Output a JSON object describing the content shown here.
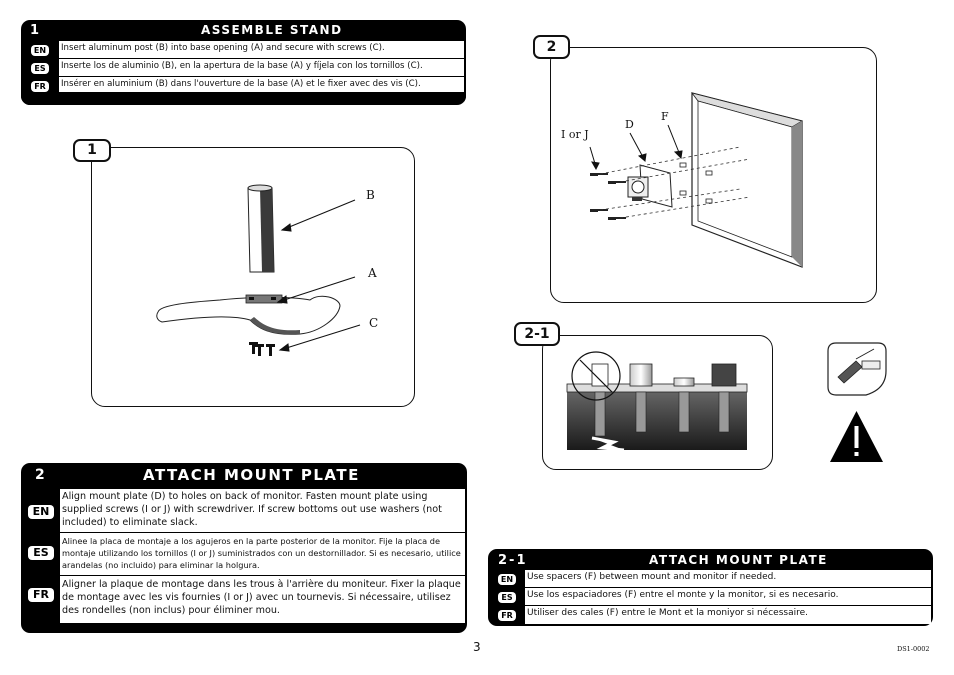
{
  "step1": {
    "number": "1",
    "title": "ASSEMBLE STAND",
    "rows": [
      {
        "lang": "EN",
        "text": "Insert aluminum post (B) into base opening (A) and secure with screws (C)."
      },
      {
        "lang": "ES",
        "text": "Inserte los de aluminio (B), en la apertura de la base (A) y fíjela con los tornillos (C)."
      },
      {
        "lang": "FR",
        "text": "Insérer en aluminium (B) dans l'ouverture de la base (A) et le fixer avec des vis (C)."
      }
    ]
  },
  "figure1": {
    "label": "1",
    "callouts": {
      "b": "B",
      "a": "A",
      "c": "C"
    }
  },
  "figure2": {
    "label": "2",
    "callouts": {
      "i_or_j": "I or J",
      "d": "D",
      "f": "F"
    }
  },
  "figure21": {
    "label": "2-1"
  },
  "step2": {
    "number": "2",
    "title": "ATTACH MOUNT PLATE",
    "rows": [
      {
        "lang": "EN",
        "text": "Align mount plate (D) to holes on back of monitor.  Fasten mount plate using supplied screws (I or J) with screwdriver. If screw bottoms out use washers (not included) to eliminate slack."
      },
      {
        "lang": "ES",
        "text": "Alinee la placa de montaje a los agujeros en la parte posterior de la monitor. Fije la placa de montaje utilizando los tornillos (I or J) suministrados con un destornillador.  Si es necesario, utilice arandelas (no incluido) para eliminar la holgura."
      },
      {
        "lang": "FR",
        "text": "Aligner la plaque de montage dans les trous à l'arrière du moniteur. Fixer la plaque de montage avec les vis fournies (I or J) avec un tournevis.  Si nécessaire, utilisez des rondelles (non inclus) pour éliminer mou."
      }
    ]
  },
  "step21": {
    "number": "2-1",
    "title": "ATTACH MOUNT PLATE",
    "rows": [
      {
        "lang": "EN",
        "text": "Use spacers (F) between mount and monitor if needed."
      },
      {
        "lang": "ES",
        "text": "Use los espaciadores (F) entre el monte y la monitor, si es necesario."
      },
      {
        "lang": "FR",
        "text": "Utiliser des cales (F) entre le Mont et la moniyor si nécessaire."
      }
    ]
  },
  "footer": {
    "page_number": "3",
    "doc_code": "DS1-0002"
  }
}
